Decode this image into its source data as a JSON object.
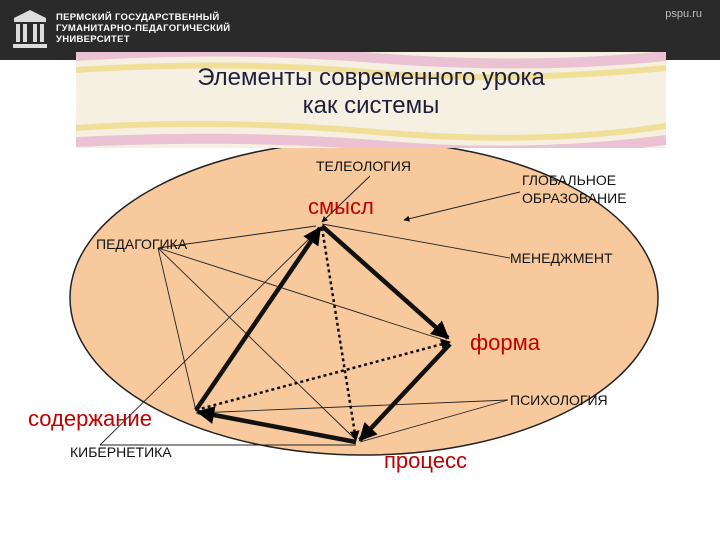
{
  "header": {
    "university_lines": [
      "ПЕРМСКИЙ ГОСУДАРСТВЕННЫЙ",
      "ГУМАНИТАРНО-ПЕДАГОГИЧЕСКИЙ",
      "УНИВЕРСИТЕТ"
    ],
    "site": "pspu.ru",
    "logo_icon": "university-crest-icon"
  },
  "title": {
    "line1": "Элементы современного урока",
    "line2": "как системы"
  },
  "diagram": {
    "fields": {
      "teleology": "ТЕЛЕОЛОГИЯ",
      "global_education_line1": "ГЛОБАЛЬНОЕ",
      "global_education_line2": "ОБРАЗОВАНИЕ",
      "pedagogy": "ПЕДАГОГИКА",
      "management": "МЕНЕДЖМЕНТ",
      "psychology": "ПСИХОЛОГИЯ",
      "cybernetics": "КИБЕРНЕТИКА"
    },
    "nodes": {
      "meaning": "смысл",
      "form": "форма",
      "content": "содержание",
      "process": "процесс"
    },
    "colors": {
      "ellipse_fill": "#f7c99d",
      "node_text": "#c00000",
      "header_bg": "#2a2a2a"
    }
  }
}
